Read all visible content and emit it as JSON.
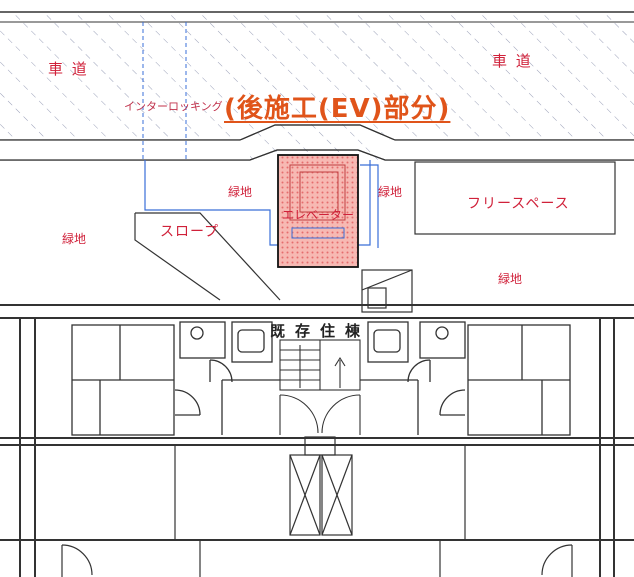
{
  "diagram": {
    "labels": {
      "road_left": "車 道",
      "road_right": "車 道",
      "interlocking": "インターロッキング",
      "callout": "(後施工(EV)部分)",
      "green_1": "緑地",
      "green_2": "緑地",
      "green_3": "緑地",
      "green_4": "緑地",
      "slope": "スロープ",
      "elevator": "エレベーター",
      "free_space": "フリースペース",
      "existing_building": "既存住棟"
    },
    "colors": {
      "line": "#333333",
      "label_red": "#d0213a",
      "callout_orange": "#e0541a",
      "elevator_fill": "#f2a3a3",
      "elevator_outline": "#111111",
      "route_blue": "#3a6fd8",
      "hatch": "#9aa0b8"
    }
  }
}
